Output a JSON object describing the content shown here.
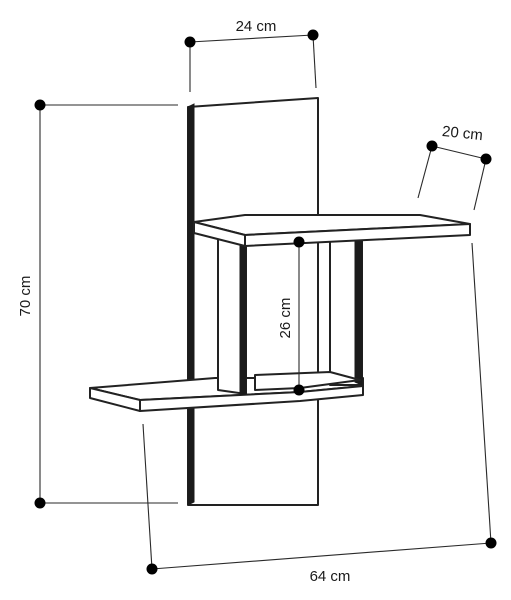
{
  "dimensions": {
    "top_width": "24 cm",
    "depth": "20 cm",
    "height": "70 cm",
    "inner_height": "26 cm",
    "total_width": "64 cm"
  }
}
